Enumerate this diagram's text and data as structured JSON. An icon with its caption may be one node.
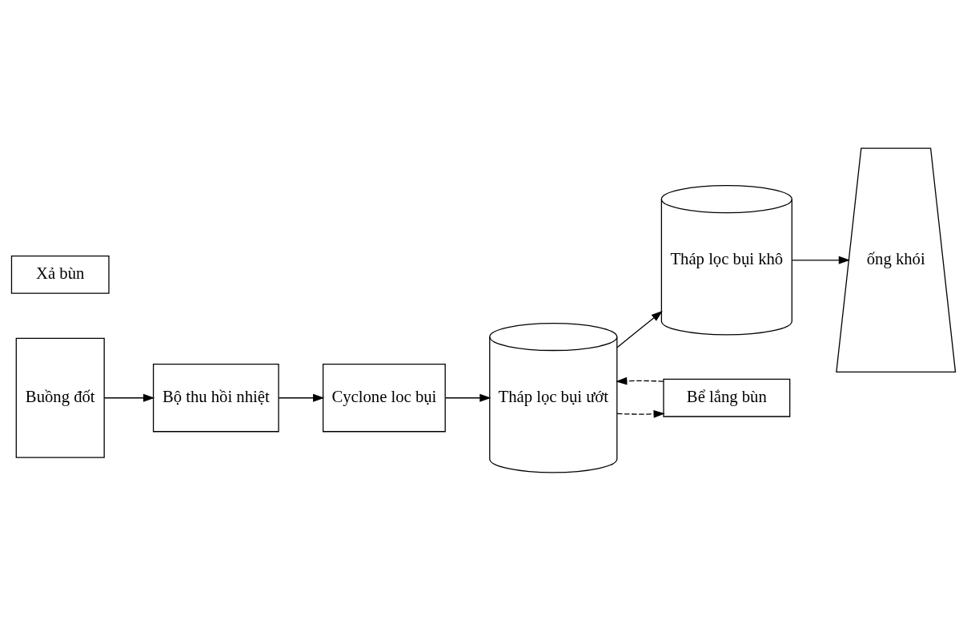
{
  "diagram": {
    "nodes": [
      {
        "text": [
          "Buồng đốt"
        ]
      },
      {
        "text": [
          "Bộ thu hồi nhiệt"
        ]
      },
      {
        "text": [
          "Cyclone loc bụi"
        ]
      },
      {
        "text": [
          "Tháp lọc bụi ướt"
        ]
      },
      {
        "text": [
          "Tháp lọc bụi khô"
        ]
      },
      {
        "text": [
          "ống khói"
        ]
      },
      {
        "text": [
          "Bể lắng bùn"
        ]
      },
      {
        "text": [
          "Xả bùn"
        ]
      }
    ],
    "edges": [
      {
        "from": 0,
        "to": 1,
        "arrow": "to"
      },
      {
        "from": 1,
        "to": 2,
        "arrow": "to"
      },
      {
        "from": 2,
        "to": 3,
        "arrow": "to"
      },
      {
        "from": 6,
        "to": 3,
        "arrow": "to",
        "style": "dashed"
      },
      {
        "from": 3,
        "to": 6,
        "arrow": "to",
        "style": "dashed"
      },
      {
        "from": 3,
        "to": 4,
        "arrow": "to"
      },
      {
        "from": 4,
        "to": 5,
        "arrow": "to"
      }
    ]
  }
}
